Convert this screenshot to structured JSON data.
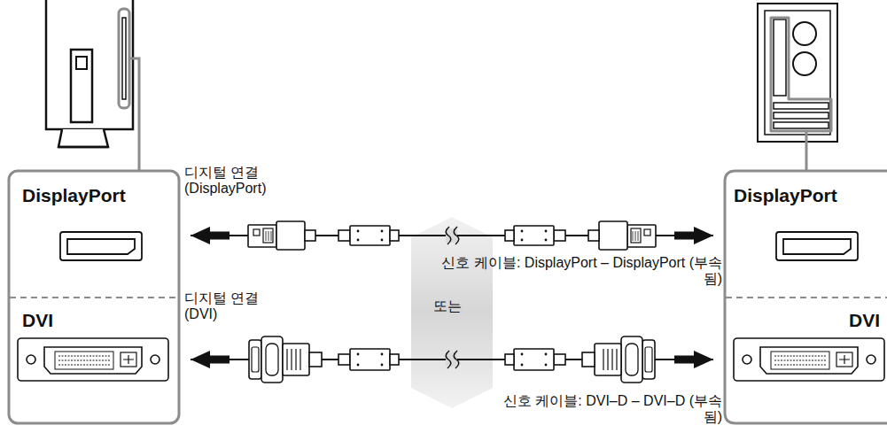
{
  "diagram": {
    "nodes": [
      {
        "text": [
          "DisplayPort"
        ]
      },
      {
        "text": [
          "DVI"
        ]
      },
      {
        "text": [
          "DisplayPort"
        ]
      },
      {
        "text": [
          "DVI"
        ]
      }
    ],
    "edges": [
      {
        "from": 0,
        "to": 2,
        "arrow": "both",
        "label": "신호 케이블: DisplayPort – DisplayPort (부속됨)"
      },
      {
        "from": 1,
        "to": 3,
        "arrow": "both",
        "label": "신호 케이블: DVI–D – DVI–D (부속됨)"
      }
    ],
    "labels": [
      "디지털 연결 (DisplayPort)",
      "또는",
      "디지털 연결 (DVI)"
    ]
  }
}
